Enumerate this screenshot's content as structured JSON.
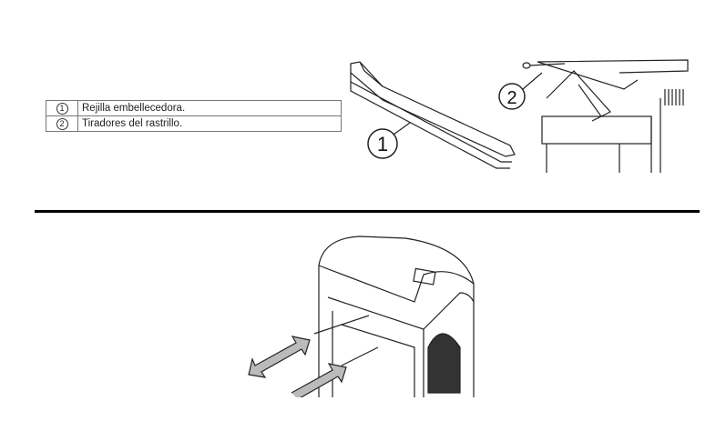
{
  "legend": [
    {
      "num": "1",
      "label": "Rejilla embellecedora."
    },
    {
      "num": "2",
      "label": "Tiradores del rastrillo."
    }
  ],
  "callouts": {
    "grille": "1",
    "rake": "2"
  }
}
